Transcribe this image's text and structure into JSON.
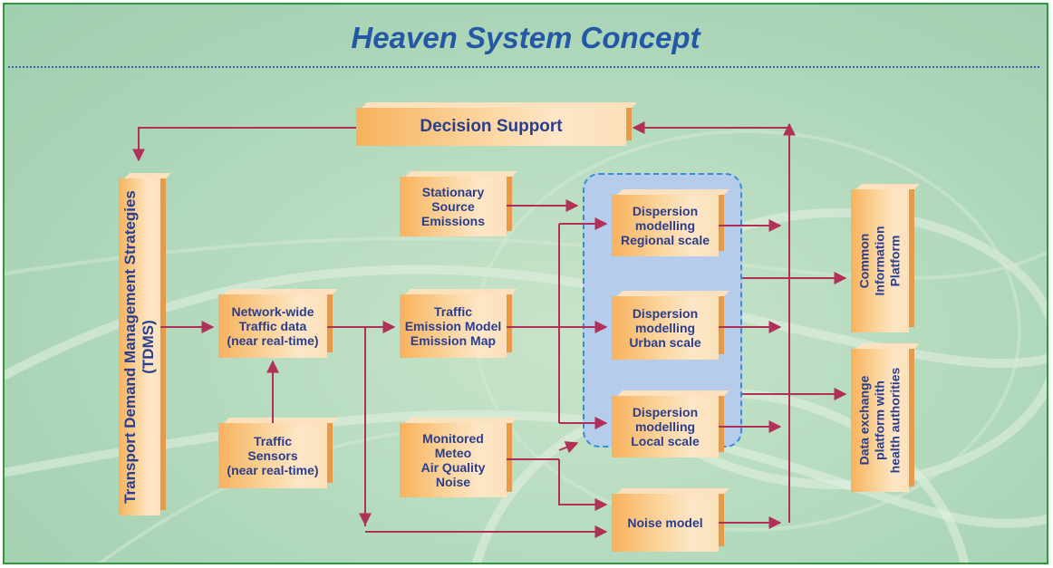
{
  "title": "Heaven System Concept",
  "boxes": {
    "decision_support": "Decision Support",
    "tdms": "Transport Demand Management Strategies\n(TDMS)",
    "network_traffic": "Network-wide\nTraffic data\n(near real-time)",
    "traffic_sensors": "Traffic\nSensors\n(near real-time)",
    "stationary": "Stationary\nSource\nEmissions",
    "emission_model": "Traffic\nEmission Model\nEmission Map",
    "monitored": "Monitored\nMeteo\nAir Quality\nNoise",
    "disp_regional": "Dispersion\nmodelling\nRegional scale",
    "disp_urban": "Dispersion\nmodelling\nUrban scale",
    "disp_local": "Dispersion\nmodelling\nLocal scale",
    "noise_model": "Noise model",
    "common_platform": "Common\nInformation\nPlatform",
    "data_exchange": "Data exchange\nplatform with\nhealth authorities"
  },
  "colors": {
    "arrow": "#b03058",
    "text": "#2a3e8e",
    "title": "#2458a6",
    "border": "#2f9a3c",
    "group_fill": "#b5cdea"
  }
}
